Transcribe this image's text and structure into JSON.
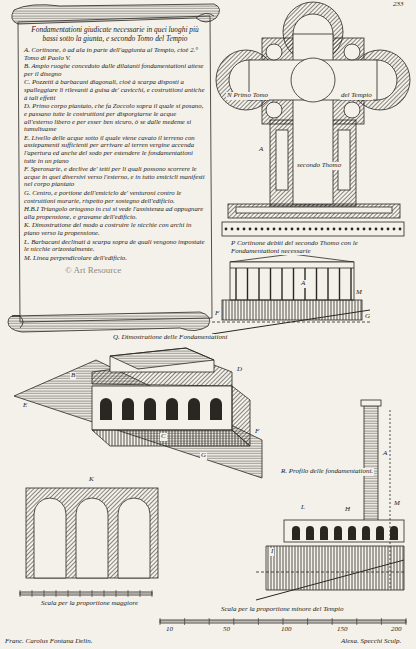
{
  "diagram": {
    "nodes": [
      {
        "text": [
          "Fondamentationi giudicate necessarie in quei luoghi più bassi sotto la giunta, e secondo Tomo del Tempio",
          "A. Cortinone, ò ad ala in parte dell'aggiunta al Tempio, cioè 2.° Tomo di Paolo V.",
          "B. Ampio ruoghe conceduto dalle dilatanti fondamentationi attese per il disegno",
          "C. Pozzetti à barbacani diagonali, cioè à scarpa disposti a spalleggiare li rilevanti à guisa de' cavicchi, e costruttioni antiche à tali effetti",
          "D. Primo corpo piantato, che fa Zoccolo sopra il quale si posano, e passano tutte le costruttioni per disporgiarne le acque all'esterno libero e per esser ben sicuro, ò se dalle medeme si tumultuasse",
          "E. Livello delle acque sotto il quale viene cavato il terreno con assiepamenti sufficienti per arrivare al terren vergine accenda l'apertura ed anche del sodo per estendere le fondamentationi tutte in un piano",
          "F. Speronarie, e declive de' tetti per li quali possono scorrere le acque in quei diversivi verso l'esterno, e in tutto emicicli manifesti nel corpo piantato",
          "G. Centro, e portione dell'emiciclo de' venturoni contro le costruttioni murarie, rispetto per sostegno dell'edificio.",
          "H.B.I Triangolo ortogono in cui si vede l'assistenza ad oppugnare alla propensione, e gravame dell'edificio.",
          "K. Dimostratione del modo a costruire le nicchie con archi in piano verso la propensione.",
          "L. Barbacani declinati à scarpa sopra de quali vengono impostate le nicchie orizontalmente.",
          "M. Linea perpendicolare dell'edificio."
        ]
      }
    ],
    "edges": [],
    "labels": [
      "233",
      "N Primo Tomo",
      "del Tempio",
      "A",
      "secondo Thomo",
      "P Cortinone debiti del secondo Thomo con le Fondamentationi necessarie",
      "A",
      "M",
      "F",
      "G",
      "Q. Dimostratione delle Fondamentationi",
      "B",
      "C",
      "D",
      "E",
      "F",
      "G",
      "R. Profilo delle fondamentationi.",
      "A",
      "H",
      "L",
      "M",
      "I",
      "K",
      "Scala per la proportione maggiore",
      "Scala per la proportione minore del Tempio",
      "10",
      "50",
      "100",
      "150",
      "200",
      "Franc. Carolus Fontana Delin.",
      "Alexa. Specchi Sculp.",
      "© Art Resource"
    ]
  }
}
